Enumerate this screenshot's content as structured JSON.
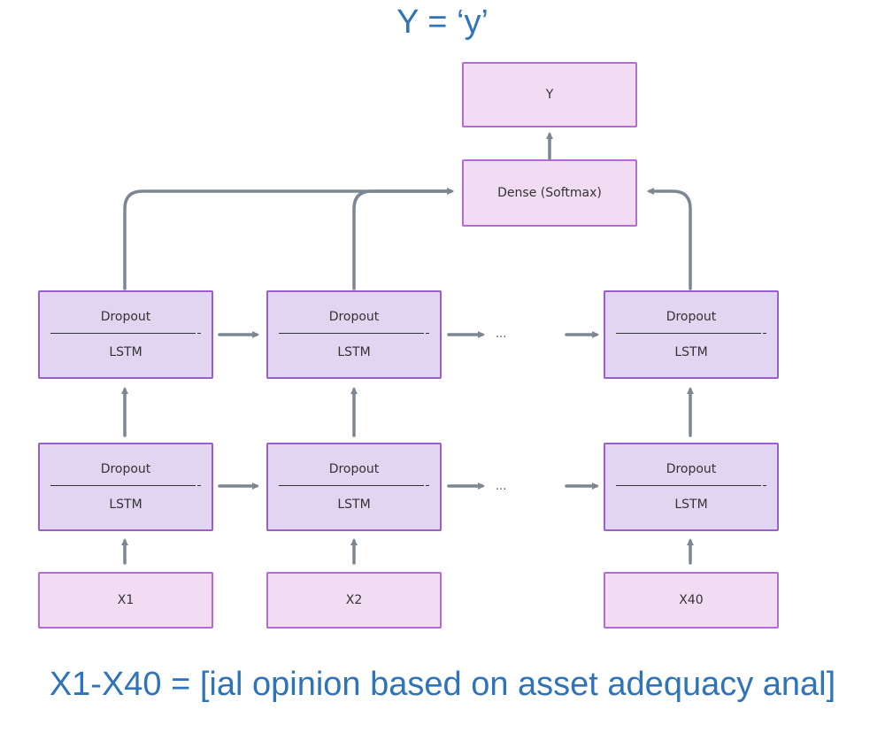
{
  "top_caption": "Y = ‘y’",
  "bottom_caption": "X1-X40 = [ial opinion based on asset adequacy anal]",
  "output_box": {
    "label": "Y"
  },
  "dense_box": {
    "label": "Dense (Softmax)"
  },
  "layers": {
    "top_label": "Dropout",
    "bottom_label": "LSTM"
  },
  "inputs": [
    {
      "label": "X1"
    },
    {
      "label": "X2"
    },
    {
      "label": "X40"
    }
  ],
  "ellipsis": "...",
  "colors": {
    "caption": "#2f73b9",
    "io_fill": "#f1dcf4",
    "layer_fill": "#e2d5f1",
    "border": "#b46bd3",
    "arrow": "#7d8794"
  }
}
